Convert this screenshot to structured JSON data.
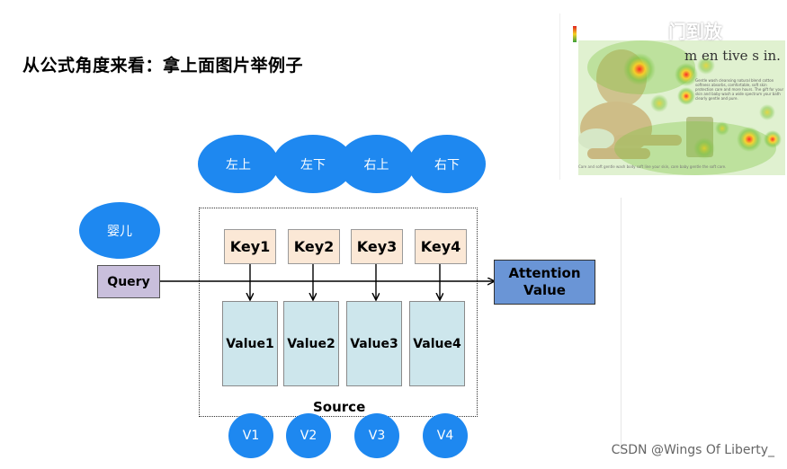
{
  "title": "从公式角度来看：拿上面图片举例子",
  "top_ellipses": [
    "左上",
    "左下",
    "右上",
    "右下"
  ],
  "query_ellipse": "婴儿",
  "query": "Query",
  "keys": [
    "Key1",
    "Key2",
    "Key3",
    "Key4"
  ],
  "values": [
    "Value1",
    "Value2",
    "Value3",
    "Value4"
  ],
  "v_ellipses": [
    "V1",
    "V2",
    "V3",
    "V4"
  ],
  "source_label": "Source",
  "attention": {
    "line1": "Attention",
    "line2": "Value"
  },
  "photo": {
    "headline": "门到放",
    "subline": "m   en  tive s  in.",
    "body_text": "Gentle wash cleansing natural blend cotton softness absorbs, comfortable, soft skin protection care and more hours. The gift for your skin and baby wash a wide spectrum your bath clearly gentle and pure.",
    "footer_text": "Care and soft gentle wash body soft line your skin, care baby gentle the soft care."
  },
  "watermark": "CSDN @Wings Of Liberty_",
  "colors": {
    "ellipse": "#1e88f0",
    "key": "#fbe8d6",
    "value": "#cde6ec",
    "query": "#c9bfdc",
    "attention": "#6a95d6"
  }
}
